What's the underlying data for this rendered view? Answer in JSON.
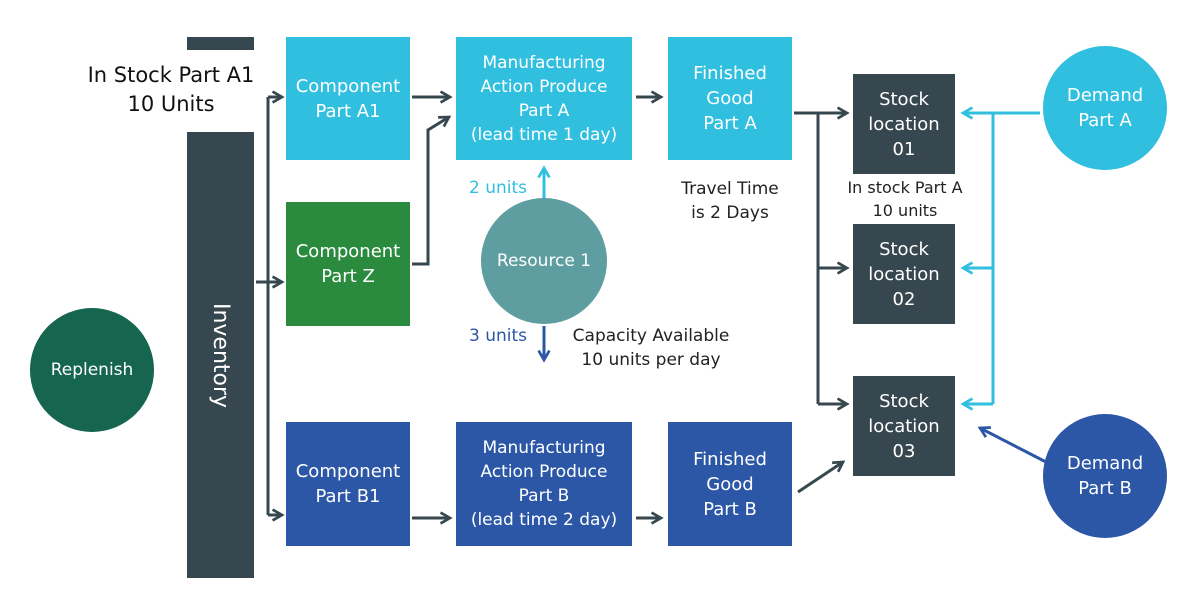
{
  "colors": {
    "cyan": "#31bfe0",
    "green": "#2a8a3e",
    "blue": "#2c57a6",
    "dark_slate": "#37474f",
    "teal_gray": "#5f9ea0",
    "dark_green": "#15654f",
    "arrow_gray": "#37474f",
    "arrow_cyan": "#31bfe0",
    "arrow_blue": "#2c57a6"
  },
  "inventory": {
    "label": "Inventory",
    "stock_note": "In Stock Part A1\n10 Units"
  },
  "replenish": {
    "label": "Replenish"
  },
  "components": {
    "a1": "Component\nPart A1",
    "z": "Component\nPart Z",
    "b1": "Component\nPart B1"
  },
  "manufacturing": {
    "a": "Manufacturing\nAction Produce\nPart A\n(lead time 1 day)",
    "b": "Manufacturing\nAction Produce\nPart B\n(lead time 2 day)"
  },
  "finished": {
    "a": "Finished\nGood\nPart A",
    "b": "Finished\nGood\nPart B"
  },
  "resource": {
    "label": "Resource 1",
    "up_units": "2 units",
    "down_units": "3 units",
    "capacity": "Capacity Available\n10 units per day"
  },
  "travel_time": "Travel Time\nis 2 Days",
  "stock_locations": {
    "l01": "Stock\nlocation\n01",
    "l02": "Stock\nlocation\n02",
    "l03": "Stock\nlocation\n03",
    "l01_note": "In stock Part A\n10 units"
  },
  "demand": {
    "a": "Demand\nPart A",
    "b": "Demand\nPart B"
  }
}
